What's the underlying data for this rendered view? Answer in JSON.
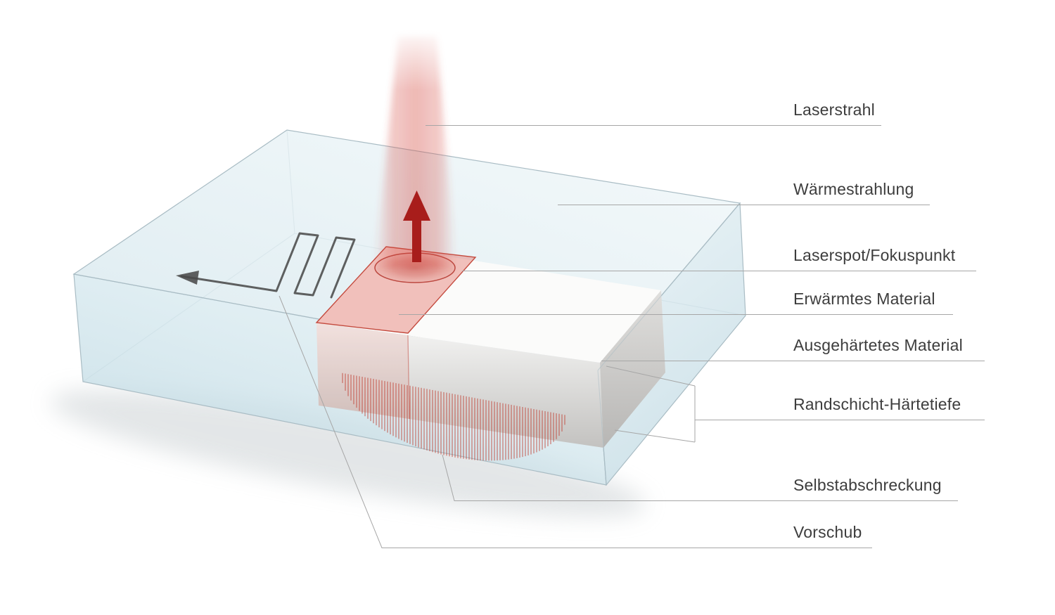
{
  "diagram": {
    "labels": [
      {
        "id": "laserstrahl",
        "text": "Laserstrahl"
      },
      {
        "id": "waermestrahlung",
        "text": "Wärmestrahlung"
      },
      {
        "id": "laserspot-fokuspunkt",
        "text": "Laserspot/Fokuspunkt"
      },
      {
        "id": "erwaermtes-material",
        "text": "Erwärmtes Material"
      },
      {
        "id": "ausgehaertetes-material",
        "text": "Ausgehärtetes Material"
      },
      {
        "id": "randschicht-haertetiefe",
        "text": "Randschicht-Härtetiefe"
      },
      {
        "id": "selbstabschreckung",
        "text": "Selbstabschreckung"
      },
      {
        "id": "vorschub",
        "text": "Vorschub"
      }
    ],
    "icons": {
      "heat-radiation-arrow": "up-arrow",
      "feed-direction-arrow": "left-arrow"
    },
    "colors": {
      "laser_red": "#a81d1b",
      "hatch_red": "#c0392b",
      "heated_zone_red": "#c44a3e",
      "glass_blue": "#cfe3ea",
      "block_white": "#fbfbfa",
      "feed_path_gray": "#4a4a4a",
      "leader_line_gray": "#a6a6a6",
      "label_text": "#3d3d3d"
    }
  }
}
